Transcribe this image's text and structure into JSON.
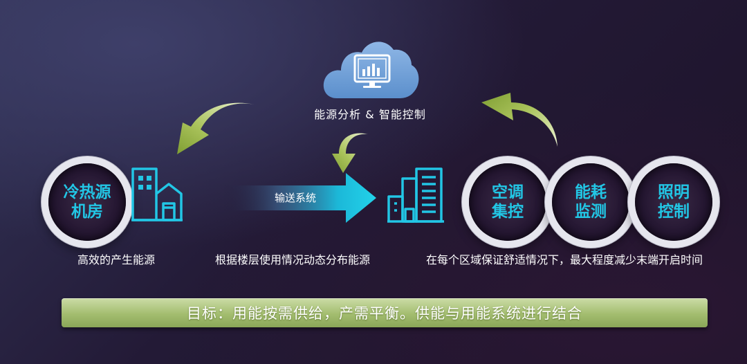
{
  "cloud": {
    "label": "能源分析 & 智能控制",
    "icon": "monitor-chart-icon"
  },
  "source": {
    "circle_text": "冷热源\n机房",
    "caption": "高效的产生能源",
    "icon": "factory-building-icon"
  },
  "transport": {
    "label": "输送系统",
    "caption": "根据楼层使用情况动态分布能源",
    "icon": "office-building-icon"
  },
  "terminals": {
    "items": [
      {
        "text": "空调\n集控"
      },
      {
        "text": "能耗\n监测"
      },
      {
        "text": "照明\n控制"
      }
    ],
    "caption": "在每个区域保证舒适情况下，最大程度减少末端开启时间"
  },
  "goal": {
    "text": "目标：用能按需供给，产需平衡。供能与用能系统进行结合"
  },
  "colors": {
    "accent_cyan": "#22c6e5",
    "arrow_green": "#a9c25a",
    "cloud_blue": "#6d9fd6",
    "goal_green": "#a3bd6f"
  }
}
